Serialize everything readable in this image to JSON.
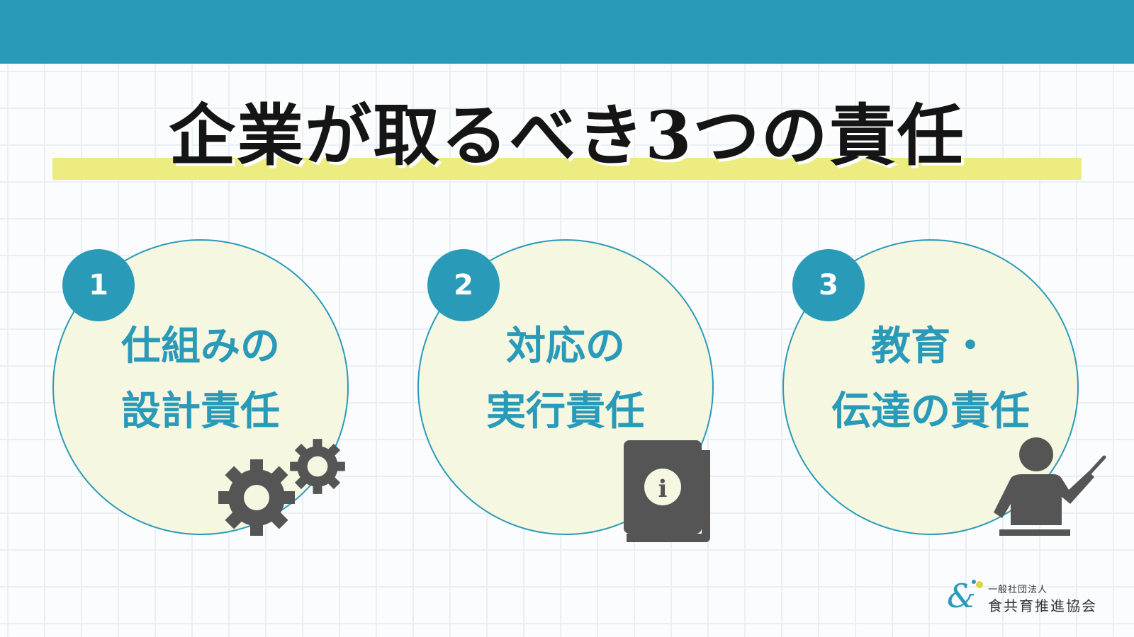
{
  "title": "企業が取るべき3つの責任",
  "colors": {
    "accent": "#2a9ab9",
    "highlight": "#ecec80",
    "circle_fill": "#f5f7e0",
    "icon_gray": "#555555"
  },
  "cards": [
    {
      "number": "1",
      "line1": "仕組みの",
      "line2": "設計責任",
      "icon": "gears-icon"
    },
    {
      "number": "2",
      "line1": "対応の",
      "line2": "実行責任",
      "icon": "info-book-icon"
    },
    {
      "number": "3",
      "line1": "教育・",
      "line2": "伝達の責任",
      "icon": "teacher-pointer-icon"
    }
  ],
  "logo": {
    "small_text": "一般社団法人",
    "main_text": "食共育推進協会"
  }
}
